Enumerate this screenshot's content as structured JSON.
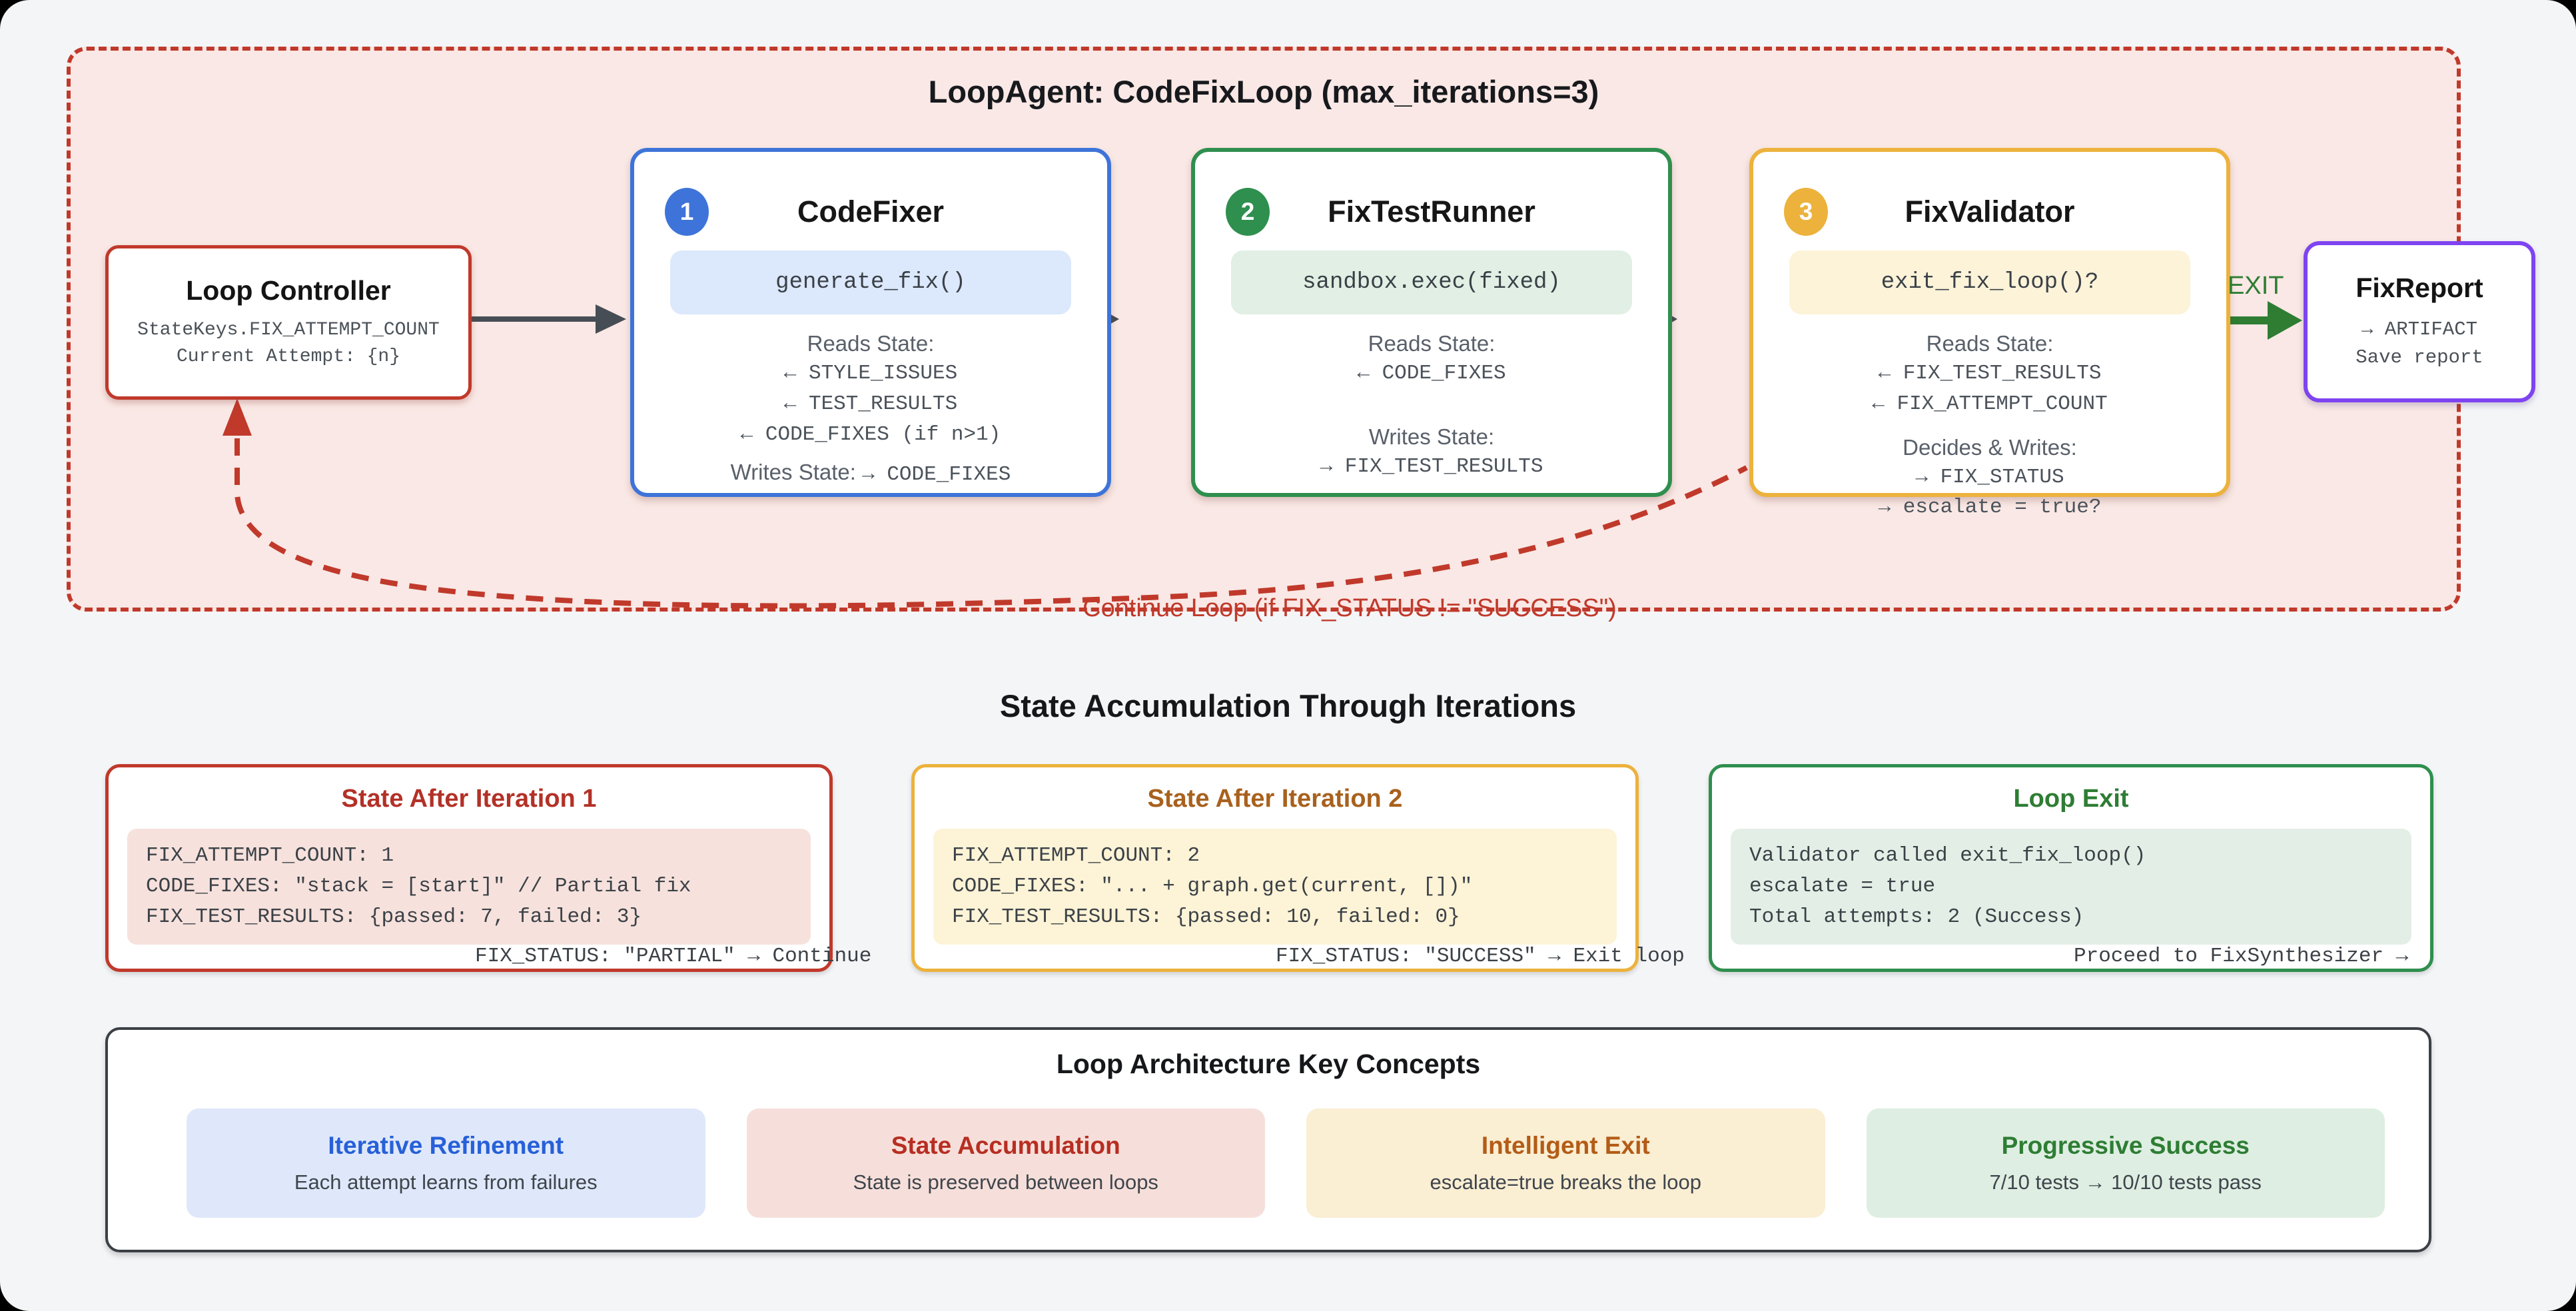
{
  "theme": {
    "red": "#c0392b",
    "blue": "#3e74d9",
    "green": "#2f8f4e",
    "amber": "#ecb23c",
    "purple": "#7e44f0"
  },
  "loop": {
    "title": "LoopAgent: CodeFixLoop (max_iterations=3)",
    "controller": {
      "title": "Loop Controller",
      "line1": "StateKeys.FIX_ATTEMPT_COUNT",
      "line2": "Current Attempt: {n}"
    },
    "agents": [
      {
        "badge": "1",
        "name": "CodeFixer",
        "code": "generate_fix()",
        "reads_label": "Reads State:",
        "reads": [
          "← STYLE_ISSUES",
          "← TEST_RESULTS",
          "← CODE_FIXES (if n>1)"
        ],
        "writes_label": "Writes State:",
        "writes_inline": "→ CODE_FIXES"
      },
      {
        "badge": "2",
        "name": "FixTestRunner",
        "code": "sandbox.exec(fixed)",
        "reads_label": "Reads State:",
        "reads": [
          "← CODE_FIXES"
        ],
        "writes_label": "Writes State:",
        "writes": [
          "→ FIX_TEST_RESULTS"
        ]
      },
      {
        "badge": "3",
        "name": "FixValidator",
        "code": "exit_fix_loop()?",
        "reads_label": "Reads State:",
        "reads": [
          "← FIX_TEST_RESULTS",
          "← FIX_ATTEMPT_COUNT"
        ],
        "writes_label": "Decides & Writes:",
        "writes": [
          "→ FIX_STATUS"
        ],
        "overflow": "→ escalate = true?"
      }
    ],
    "exit_label": "EXIT",
    "report": {
      "title": "FixReport",
      "line1": "→ ARTIFACT",
      "line2": "Save report"
    },
    "continue_label": "Continue Loop (if FIX_STATUS != \"SUCCESS\")"
  },
  "state_section": {
    "heading": "State Accumulation Through Iterations",
    "boxes": [
      {
        "title": "State After Iteration 1",
        "lines": [
          "FIX_ATTEMPT_COUNT: 1",
          "CODE_FIXES: \"stack = [start]\" // Partial fix",
          "FIX_TEST_RESULTS: {passed: 7, failed: 3}"
        ],
        "overflow": "FIX_STATUS: \"PARTIAL\" → Continue"
      },
      {
        "title": "State After Iteration 2",
        "lines": [
          "FIX_ATTEMPT_COUNT: 2",
          "CODE_FIXES: \"... + graph.get(current, [])\"",
          "FIX_TEST_RESULTS: {passed: 10, failed: 0}"
        ],
        "overflow": "FIX_STATUS: \"SUCCESS\" → Exit loop"
      },
      {
        "title": "Loop Exit",
        "lines": [
          "Validator called exit_fix_loop()",
          "escalate = true",
          "Total attempts: 2 (Success)"
        ],
        "overflow": "Proceed to FixSynthesizer →"
      }
    ]
  },
  "concepts": {
    "title": "Loop Architecture Key Concepts",
    "cards": [
      {
        "title": "Iterative Refinement",
        "desc": "Each attempt learns from failures"
      },
      {
        "title": "State Accumulation",
        "desc": "State is preserved between loops"
      },
      {
        "title": "Intelligent Exit",
        "desc": "escalate=true breaks the loop"
      },
      {
        "title": "Progressive Success",
        "desc": "7/10 tests → 10/10 tests pass"
      }
    ]
  }
}
